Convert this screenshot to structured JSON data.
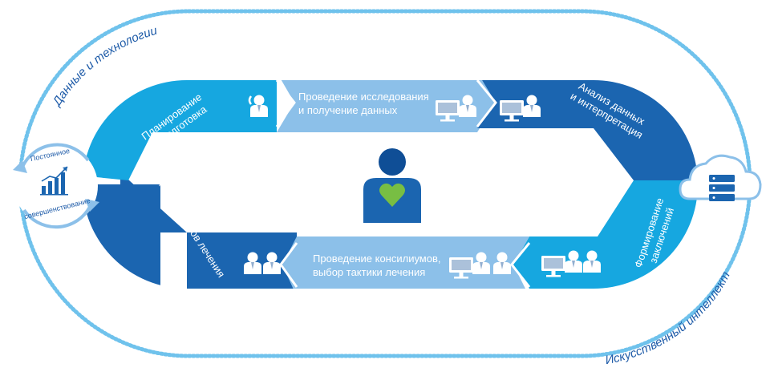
{
  "outer_ring": {
    "top_label": "Данные и технологии",
    "bottom_label": "Искусственный интеллект"
  },
  "continuous_improvement": {
    "line1": "Постоянное",
    "line2": "совершенствование",
    "icon": "growth-chart-icon"
  },
  "cloud": {
    "icon": "cloud-server-icon"
  },
  "center": {
    "icon": "patient-heart-icon"
  },
  "stages": {
    "planning": {
      "line1": "Планирование",
      "line2": "и подготовка",
      "icon": "doctor-phone-icon"
    },
    "research": {
      "line1": "Проведение исследования",
      "line2": "и получение данных",
      "icon": "workstation-doctor-icon"
    },
    "analysis": {
      "line1": "Анализ данных",
      "line2": "и интерпретация",
      "icon": "workstation-doctor-icon"
    },
    "conclusions": {
      "line1": "Формирование",
      "line2": "заключений",
      "icon": "workstation-doctors-icon"
    },
    "council": {
      "line1": "Проведение консилиумов,",
      "line2": "выбор тактики лечения",
      "icon": "workstation-doctors-icon"
    },
    "evaluation": {
      "line1": "Оценка результатов лечения",
      "icon": "doctors-pair-icon"
    }
  },
  "colors": {
    "dark_blue": "#1b65b0",
    "medium_blue": "#2a86cf",
    "bright_blue": "#16a7e0",
    "light_blue": "#8cc0e9",
    "navy": "#0f4e96",
    "green_heart": "#78be43",
    "dotted_ring": "#6fc2ec",
    "label_blue": "#1e5ba8"
  }
}
